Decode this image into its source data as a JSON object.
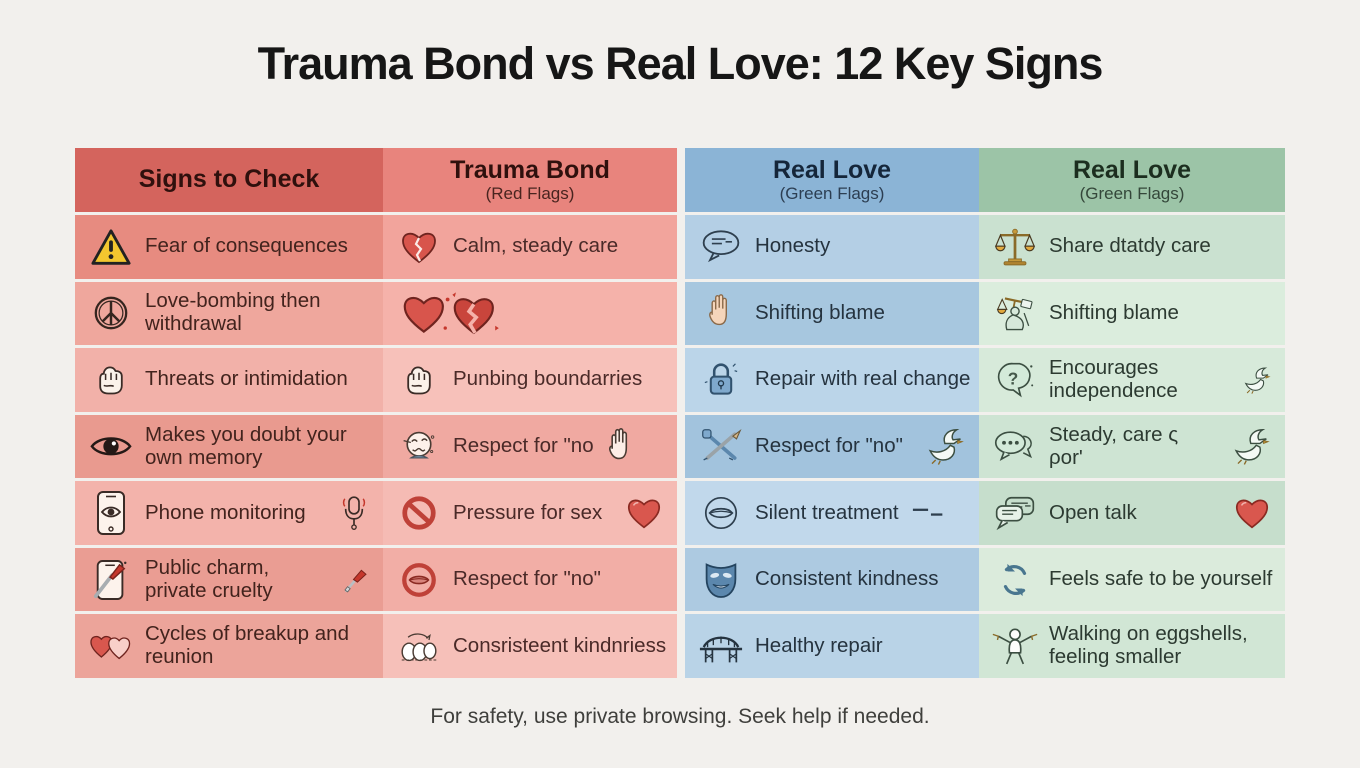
{
  "page": {
    "title": "Trauma Bond vs Real Love: 12 Key Signs",
    "footer": "For safety, use private browsing. Seek help if needed.",
    "background": "#f2f0ed"
  },
  "columns": [
    {
      "header": {
        "title": "Signs to Check",
        "subtitle": "",
        "bg": "#d4645d"
      },
      "rows": [
        {
          "icon": "warning-triangle-icon",
          "label": "Fear of consequences",
          "bg": "#e78b80"
        },
        {
          "icon": "peace-icon",
          "label": "Love-bombing then withdrawal",
          "bg": "#efa79d"
        },
        {
          "icon": "fist-icon",
          "label": "Threats or intimidation",
          "bg": "#f2b1a9"
        },
        {
          "icon": "eye-icon",
          "label": "Makes you doubt your own memory",
          "bg": "#e99a8f"
        },
        {
          "icon": "phone-eye-icon",
          "label": "Phone monitoring",
          "trail_icon": "microphone-icon",
          "bg": "#f3b3ab"
        },
        {
          "icon": "phone-dagger-icon",
          "label": "Public charm, private cruelty",
          "trail_icon": "dagger-icon",
          "bg": "#ea9d93"
        },
        {
          "icon": "two-hearts-icon",
          "label": "Cycles of breakup and reunion",
          "bg": "#eca49a"
        }
      ]
    },
    {
      "header": {
        "title": "Trauma Bond",
        "subtitle": "(Red Flags)",
        "bg": "#e8847d"
      },
      "rows": [
        {
          "icon": "broken-heart-icon",
          "label": "Calm, steady care",
          "bg": "#f2a49c"
        },
        {
          "icon": "heart-and-broken-heart-icon",
          "label": "",
          "bg": "#f5b2aa"
        },
        {
          "icon": "fist-icon",
          "label": "Punbing boundarries",
          "bg": "#f7c1ba"
        },
        {
          "icon": "distressed-face-icon",
          "label": "Respect for \"no",
          "trail_icon": "open-palm-icon",
          "bg": "#f0a9a1"
        },
        {
          "icon": "prohibition-icon",
          "label": "Pressure for sex",
          "trail_icon": "red-heart-icon",
          "bg": "#f5bbb4"
        },
        {
          "icon": "no-mouth-icon",
          "label": "Respect for \"no\"",
          "bg": "#f2aea6"
        },
        {
          "icon": "eggs-icon",
          "label": "Consristeent kindnriess",
          "bg": "#f6c0b9"
        }
      ]
    },
    {
      "header": {
        "title": "Real Love",
        "subtitle": "(Green Flags)",
        "bg": "#8bb4d6"
      },
      "rows": [
        {
          "icon": "speech-bubble-icon",
          "label": "Honesty",
          "bg": "#b4cfe5"
        },
        {
          "icon": "raised-hand-icon",
          "label": "Shifting blame",
          "bg": "#a7c7df"
        },
        {
          "icon": "padlock-icon",
          "label": "Repair with real change",
          "bg": "#bbd5e9"
        },
        {
          "icon": "crossed-tools-icon",
          "label": "Respect for \"no\"",
          "trail_icon": "dove-icon",
          "bg": "#a2c3dd"
        },
        {
          "icon": "mouth-circle-icon",
          "label": "Silent treatment",
          "trail_icon": "dashes-icon",
          "bg": "#c1d8eb"
        },
        {
          "icon": "mask-icon",
          "label": "Consistent kindness",
          "bg": "#adcae1"
        },
        {
          "icon": "bridge-icon",
          "label": "Healthy repair",
          "bg": "#b9d3e7"
        }
      ]
    },
    {
      "header": {
        "title": "Real Love",
        "subtitle": "(Green Flags)",
        "bg": "#9cc4a7"
      },
      "rows": [
        {
          "icon": "balance-scales-icon",
          "label": "Share dtatdy care",
          "bg": "#cae1d0"
        },
        {
          "icon": "scales-figure-icon",
          "label": "Shifting blame",
          "bg": "#dbeddd"
        },
        {
          "icon": "head-question-icon",
          "label": "Encourages independence",
          "trail_icon": "dove-icon",
          "bg": "#d7eada"
        },
        {
          "icon": "chat-dots-icon",
          "label": "Steady, care ς ρor'",
          "trail_icon": "dove-icon",
          "bg": "#cee4d3"
        },
        {
          "icon": "chat-lines-icon",
          "label": "Open talk",
          "trail_icon": "red-heart-icon",
          "bg": "#c6decc"
        },
        {
          "icon": "cycle-arrows-icon",
          "label": "Feels safe to be yourself",
          "bg": "#dbebdc"
        },
        {
          "icon": "person-arms-icon",
          "label": "Walking on eggshells, feeling smaller",
          "bg": "#d1e6d5"
        }
      ]
    }
  ]
}
